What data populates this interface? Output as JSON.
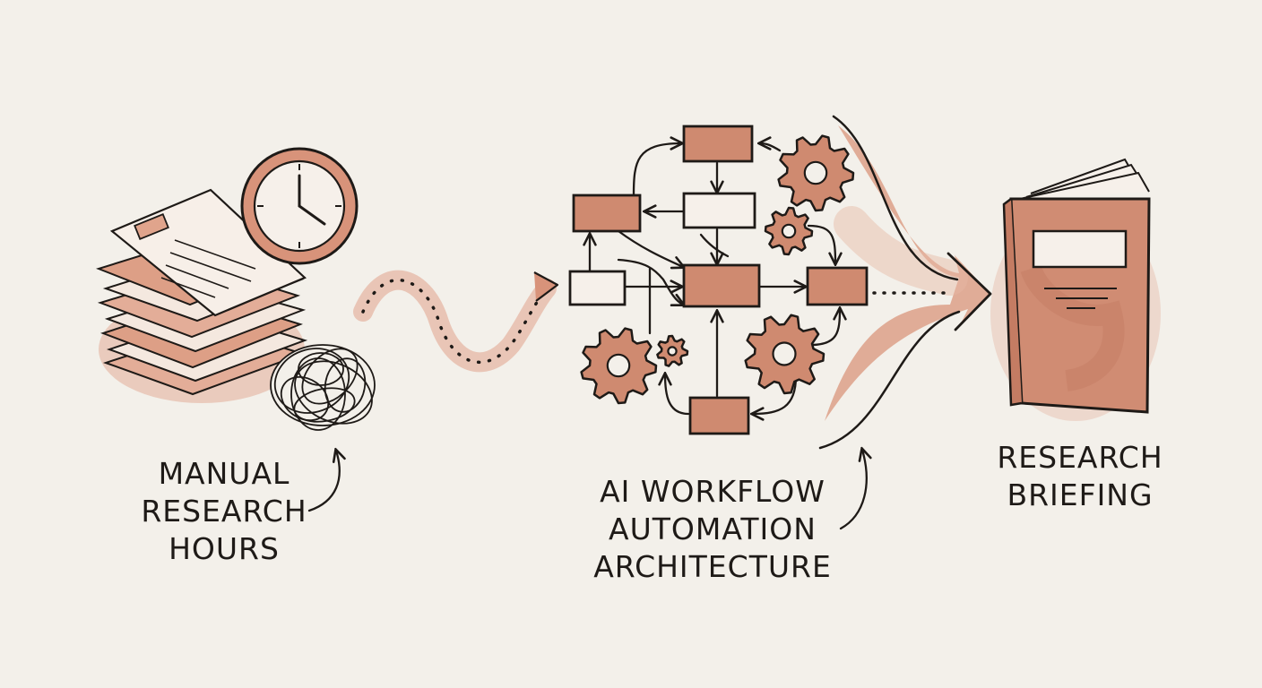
{
  "labels": {
    "manual": [
      "MANUAL",
      "RESEARCH",
      "HOURS"
    ],
    "workflow": [
      "AI WORKFLOW",
      "AUTOMATION",
      "ARCHITECTURE"
    ],
    "briefing": [
      "RESEARCH",
      "BRIEFING"
    ]
  },
  "colors": {
    "background": "#f3f0ea",
    "ink": "#1e1a17",
    "wash": "#d48c72",
    "wash_light": "#e6b8a5",
    "box_fill": "#cf8a70"
  },
  "icons": [
    "paper-stack-icon",
    "clock-icon",
    "tangled-scribble-icon",
    "gear-icon",
    "book-icon",
    "arrow-icon"
  ]
}
